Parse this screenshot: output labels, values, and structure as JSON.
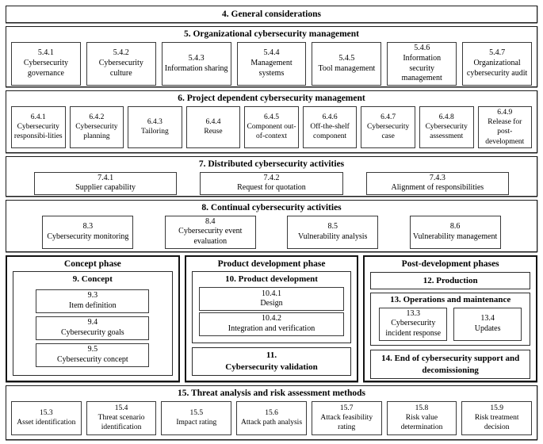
{
  "r4": {
    "title": "4. General considerations"
  },
  "s5": {
    "title": "5. Organizational cybersecurity management",
    "items": [
      {
        "num": "5.4.1",
        "label": "Cybersecurity governance"
      },
      {
        "num": "5.4.2",
        "label": "Cybersecurity culture"
      },
      {
        "num": "5.4.3",
        "label": "Information sharing"
      },
      {
        "num": "5.4.4",
        "label": "Management systems"
      },
      {
        "num": "5.4.5",
        "label": "Tool management"
      },
      {
        "num": "5.4.6",
        "label": "Information security management"
      },
      {
        "num": "5.4.7",
        "label": "Organizational cybersecurity audit"
      }
    ]
  },
  "s6": {
    "title": "6. Project dependent cybersecurity management",
    "items": [
      {
        "num": "6.4.1",
        "label": "Cybersecurity responsibi-lities"
      },
      {
        "num": "6.4.2",
        "label": "Cybersecurity planning"
      },
      {
        "num": "6.4.3",
        "label": "Tailoring"
      },
      {
        "num": "6.4.4",
        "label": "Reuse"
      },
      {
        "num": "6.4.5",
        "label": "Component out-of-context"
      },
      {
        "num": "6.4.6",
        "label": "Off-the-shelf component"
      },
      {
        "num": "6.4.7",
        "label": "Cybersecurity case"
      },
      {
        "num": "6.4.8",
        "label": "Cybersecurity assessment"
      },
      {
        "num": "6.4.9",
        "label": "Release for post-development"
      }
    ]
  },
  "s7": {
    "title": "7. Distributed cybersecurity activities",
    "items": [
      {
        "num": "7.4.1",
        "label": "Supplier capability"
      },
      {
        "num": "7.4.2",
        "label": "Request for quotation"
      },
      {
        "num": "7.4.3",
        "label": "Alignment of responsibilities"
      }
    ]
  },
  "s8": {
    "title": "8. Continual cybersecurity activities",
    "items": [
      {
        "num": "8.3",
        "label": "Cybersecurity monitoring"
      },
      {
        "num": "8.4",
        "label": "Cybersecurity event evaluation"
      },
      {
        "num": "8.5",
        "label": "Vulnerability analysis"
      },
      {
        "num": "8.6",
        "label": "Vulnerability management"
      }
    ]
  },
  "phases": {
    "concept": {
      "title": "Concept phase",
      "box9": {
        "title": "9. Concept",
        "items": [
          {
            "num": "9.3",
            "label": "Item definition"
          },
          {
            "num": "9.4",
            "label": "Cybersecurity goals"
          },
          {
            "num": "9.5",
            "label": "Cybersecurity concept"
          }
        ]
      }
    },
    "product": {
      "title": "Product development phase",
      "box10": {
        "title": "10. Product development",
        "items": [
          {
            "num": "10.4.1",
            "label": "Design"
          },
          {
            "num": "10.4.2",
            "label": "Integration and verification"
          }
        ]
      },
      "box11": {
        "num": "11.",
        "label": "Cybersecurity validation"
      }
    },
    "post": {
      "title": "Post-development phases",
      "box12_title": "12. Production",
      "box13": {
        "title": "13. Operations and maintenance",
        "items": [
          {
            "num": "13.3",
            "label": "Cybersecurity incident response"
          },
          {
            "num": "13.4",
            "label": "Updates"
          }
        ]
      },
      "box14_title": "14. End of cybersecurity support and decomissioning"
    }
  },
  "s15": {
    "title": "15. Threat analysis and risk assessment methods",
    "items": [
      {
        "num": "15.3",
        "label": "Asset identification"
      },
      {
        "num": "15.4",
        "label": "Threat scenario identification"
      },
      {
        "num": "15.5",
        "label": "Impact rating"
      },
      {
        "num": "15.6",
        "label": "Attack path analysis"
      },
      {
        "num": "15.7",
        "label": "Attack feasibility rating"
      },
      {
        "num": "15.8",
        "label": "Risk value determination"
      },
      {
        "num": "15.9",
        "label": "Risk treatment decision"
      }
    ]
  }
}
